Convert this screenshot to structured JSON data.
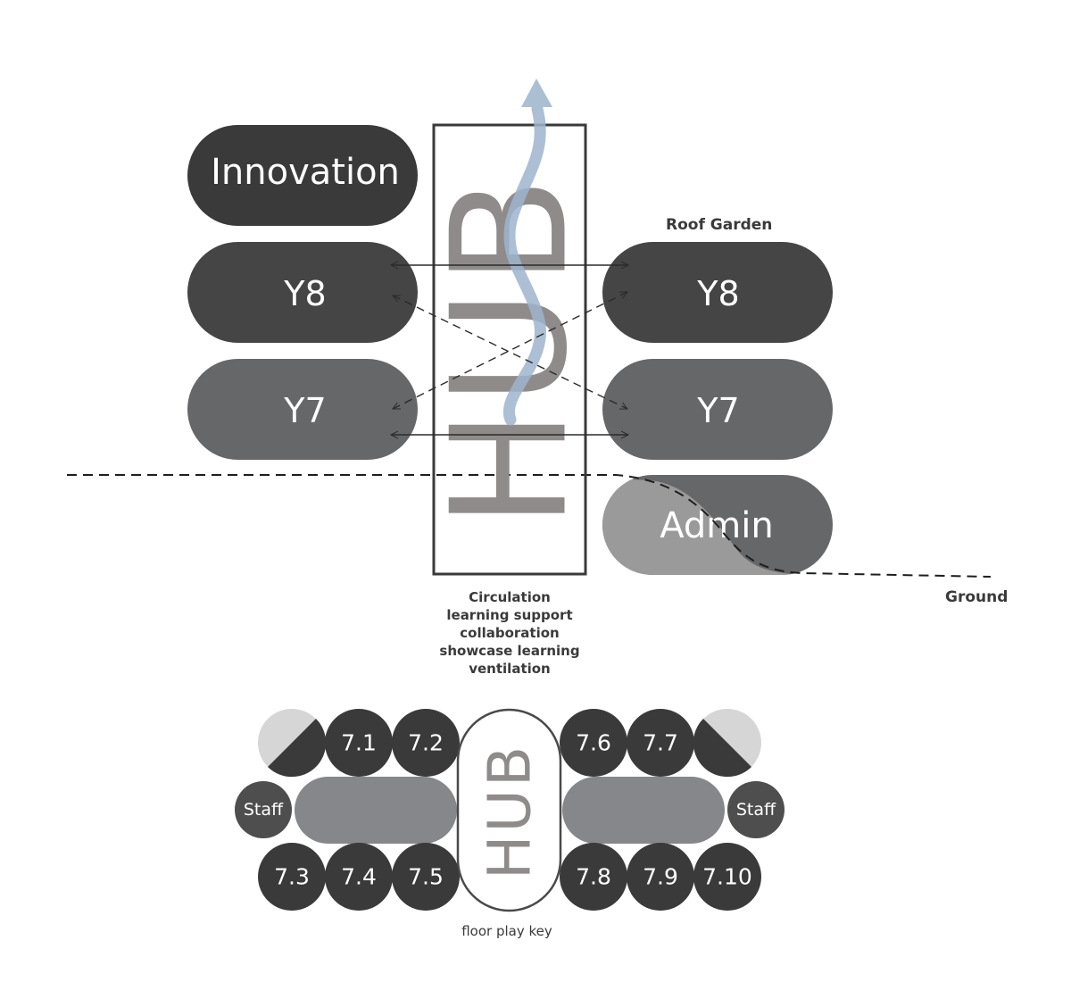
{
  "section": {
    "hub_label": "HUB",
    "left_blocks": [
      {
        "label": "Innovation",
        "color": "#3a3a3a"
      },
      {
        "label": "Y8",
        "color": "#454545"
      },
      {
        "label": "Y7",
        "color": "#666769"
      }
    ],
    "right_blocks": [
      {
        "label": "Y8",
        "color": "#454545"
      },
      {
        "label": "Y7",
        "color": "#666769"
      },
      {
        "label": "Admin",
        "color": "#666769"
      }
    ],
    "roof_label": "Roof Garden",
    "ground_label": "Ground",
    "hub_functions": [
      "Circulation",
      "learning support",
      "collaboration",
      "showcase learning",
      "ventilation"
    ],
    "colors": {
      "dark": "#3a3a3a",
      "mid": "#666769",
      "light_grey": "#9a9a9a",
      "hub_text": "#8f8b8b",
      "airflow": "#9db4cc"
    }
  },
  "floor_plan": {
    "hub_label": "HUB",
    "top_left_rooms": [
      "7.1",
      "7.2"
    ],
    "top_right_rooms": [
      "7.6",
      "7.7"
    ],
    "bottom_left_rooms": [
      "7.3",
      "7.4",
      "7.5"
    ],
    "bottom_right_rooms": [
      "7.8",
      "7.9",
      "7.10"
    ],
    "staff_left": "Staff",
    "staff_right": "Staff",
    "caption": "floor play key",
    "colors": {
      "room": "#3a3a3a",
      "staff": "#4e4e4e",
      "corridor": "#85878a",
      "quarter": "#d6d6d6"
    }
  }
}
